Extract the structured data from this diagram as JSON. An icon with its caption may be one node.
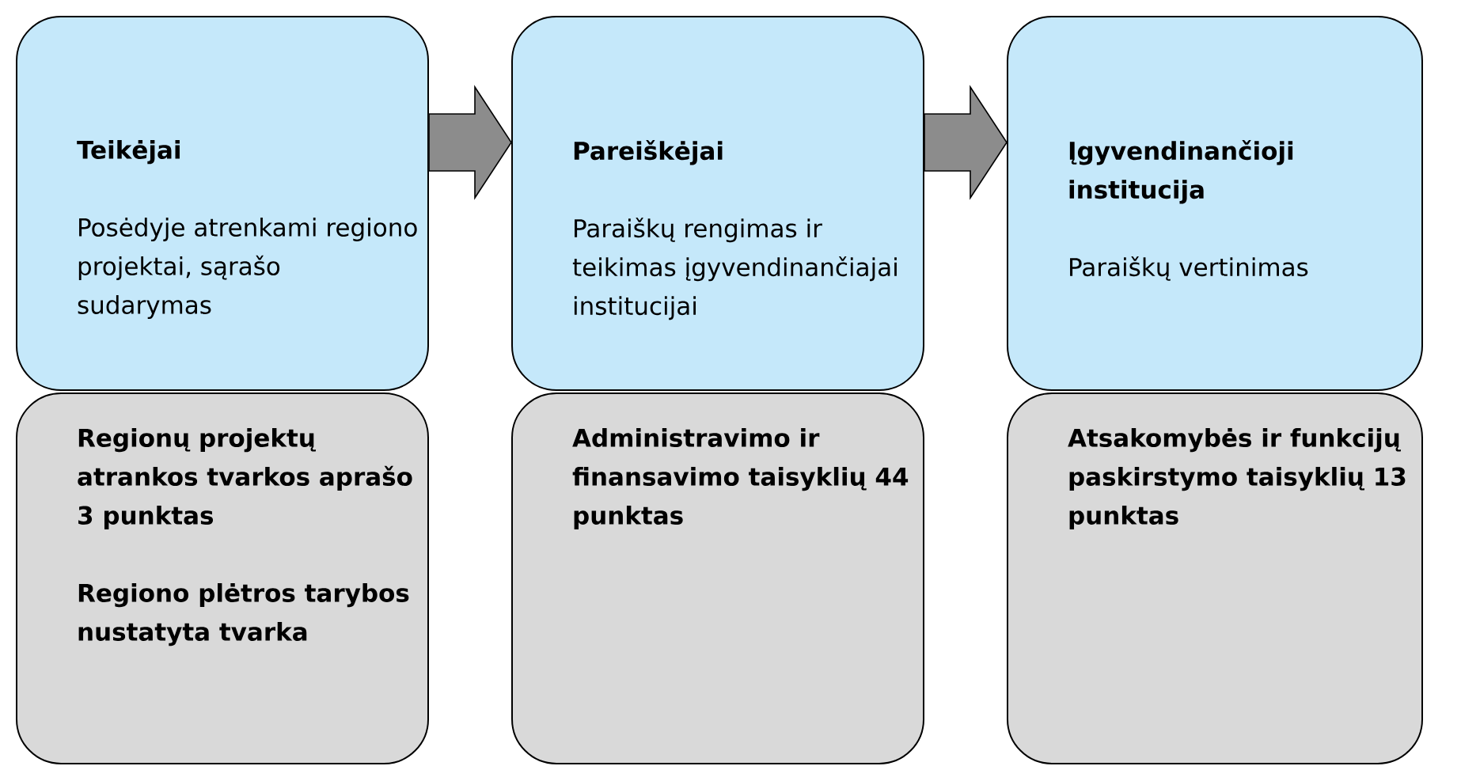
{
  "diagram": {
    "nodes": [
      {
        "text": [
          "Teikėjai",
          "Posėdyje atrenkami regiono projektai, sąrašo sudarymas"
        ]
      },
      {
        "text": [
          "Pareiškėjai",
          "Paraiškų rengimas ir teikimas įgyvendinančiajai institucijai"
        ]
      },
      {
        "text": [
          "Įgyvendinančioji institucija",
          "Paraiškų vertinimas"
        ]
      },
      {
        "text": [
          "Regionų projektų atrankos tvarkos aprašo 3 punktas",
          "Regiono plėtros tarybos nustatyta tvarka"
        ]
      },
      {
        "text": [
          "Administravimo ir finansavimo taisyklių 44 punktas"
        ]
      },
      {
        "text": [
          "Atsakomybės ir funkcijų paskirstymo taisyklių 13 punktas"
        ]
      }
    ],
    "edges": [
      {
        "from": 0,
        "to": 1,
        "arrow": "to"
      },
      {
        "from": 1,
        "to": 2,
        "arrow": "to"
      }
    ]
  }
}
